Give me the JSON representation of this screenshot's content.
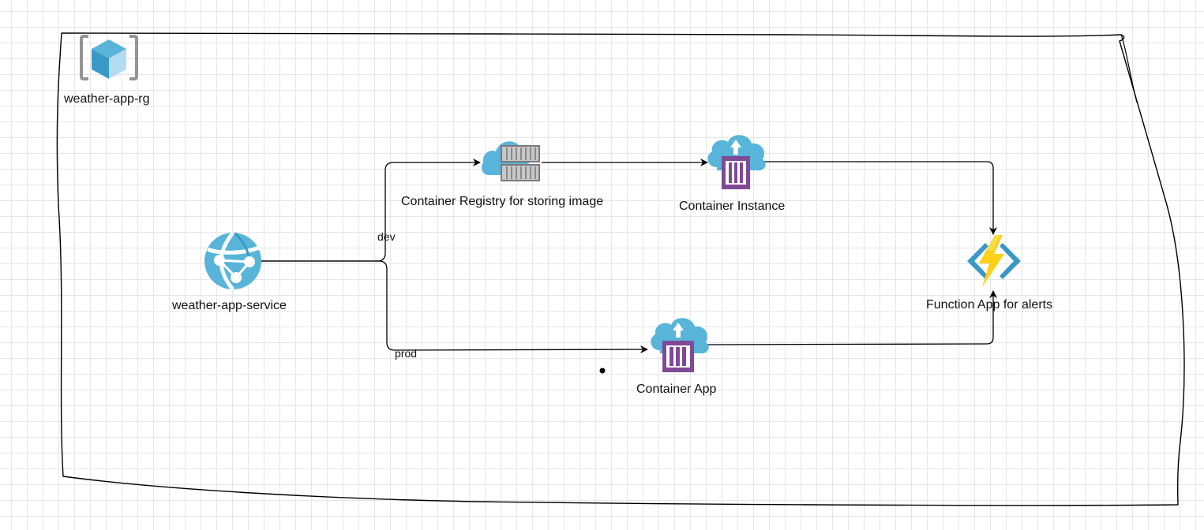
{
  "diagram": {
    "group": {
      "label": "weather-app-rg",
      "icon": "resource-group-icon"
    },
    "nodes": [
      {
        "id": "service",
        "label": "weather-app-service",
        "icon": "app-service-icon"
      },
      {
        "id": "registry",
        "label": "Container Registry for storing image",
        "icon": "container-registry-icon"
      },
      {
        "id": "instance",
        "label": "Container Instance",
        "icon": "container-instance-icon"
      },
      {
        "id": "containerapp",
        "label": "Container App",
        "icon": "container-app-icon"
      },
      {
        "id": "function",
        "label": "Function App for alerts",
        "icon": "function-app-icon"
      }
    ],
    "edges": [
      {
        "from": "service",
        "to": "registry",
        "label": "dev"
      },
      {
        "from": "service",
        "to": "containerapp",
        "label": "prod"
      },
      {
        "from": "registry",
        "to": "instance",
        "label": ""
      },
      {
        "from": "instance",
        "to": "function",
        "label": ""
      },
      {
        "from": "containerapp",
        "to": "function",
        "label": ""
      }
    ]
  },
  "colors": {
    "azure_blue": "#59B4D9",
    "azure_dark_blue": "#3999C6",
    "container_purple": "#804998",
    "registry_gray": "#a0a1a2",
    "function_yellow": "#FCD116",
    "line": "#000000",
    "grid": "#e6e6e6"
  }
}
